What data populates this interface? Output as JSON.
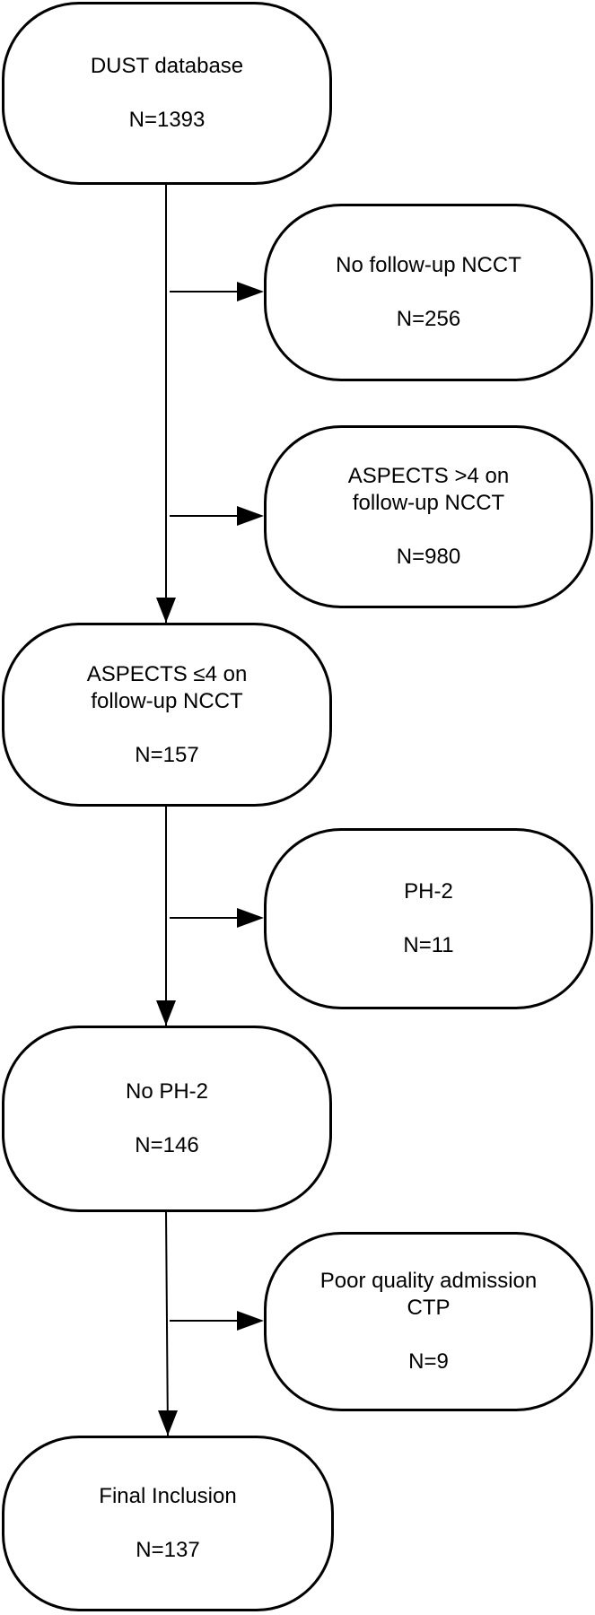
{
  "colors": {
    "stroke": "#000000",
    "background": "#ffffff"
  },
  "boxes": {
    "dust": {
      "title": "DUST database",
      "count": "N=1393"
    },
    "no_followup": {
      "title": "No follow-up NCCT",
      "count": "N=256"
    },
    "aspects_gt4": {
      "title": "ASPECTS >4 on\nfollow-up NCCT",
      "count": "N=980"
    },
    "aspects_le4": {
      "title": "ASPECTS ≤4 on\nfollow-up NCCT",
      "count": "N=157"
    },
    "ph2": {
      "title": "PH-2",
      "count": "N=11"
    },
    "no_ph2": {
      "title": "No PH-2",
      "count": "N=146"
    },
    "poor_ctp": {
      "title": "Poor quality admission\nCTP",
      "count": "N=9"
    },
    "final": {
      "title": "Final Inclusion",
      "count": "N=137"
    }
  }
}
